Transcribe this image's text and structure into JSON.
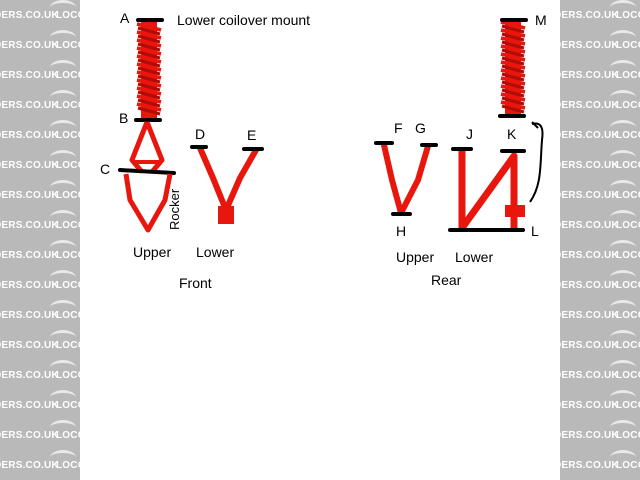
{
  "labels": {
    "A": "A",
    "B": "B",
    "C": "C",
    "D": "D",
    "E": "E",
    "F": "F",
    "G": "G",
    "H": "H",
    "J": "J",
    "K": "K",
    "L": "L",
    "M": "M"
  },
  "annotations": {
    "lower_coilover_mount": "Lower coilover mount",
    "rocker": "Rocker",
    "front_upper": "Upper",
    "front_lower": "Lower",
    "front": "Front",
    "rear_upper": "Upper",
    "rear_lower": "Lower",
    "rear": "Rear"
  },
  "watermark": {
    "text_left": "DERS.CO.UK",
    "text_right": "LOCOS"
  },
  "colors": {
    "component_red": "#e8160c",
    "mount_black": "#000000",
    "watermark_bg": "#b9b9b9",
    "watermark_text": "#ffffff"
  }
}
